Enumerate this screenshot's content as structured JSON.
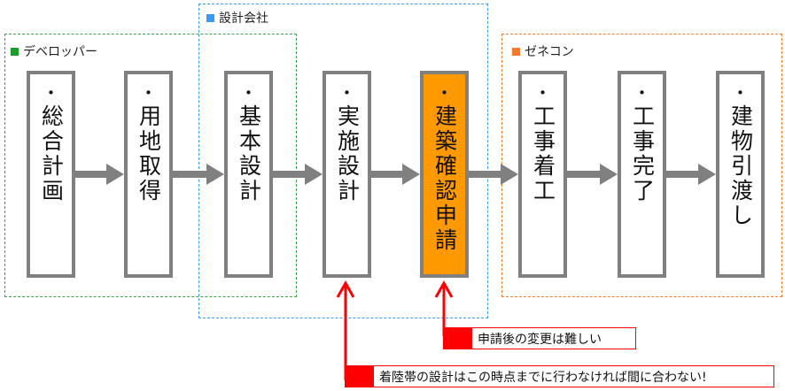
{
  "groups": {
    "developer": {
      "label": "デベロッパー",
      "color": "#1f9a2c"
    },
    "design_firm": {
      "label": "設計会社",
      "color": "#3b9bf0"
    },
    "general_contractor": {
      "label": "ゼネコン",
      "color": "#f07a2e"
    }
  },
  "steps": [
    {
      "bullet": "・",
      "label": "総合計画"
    },
    {
      "bullet": "・",
      "label": "用地取得"
    },
    {
      "bullet": "・",
      "label": "基本設計"
    },
    {
      "bullet": "・",
      "label": "実施設計"
    },
    {
      "bullet": "・",
      "label": "建築確認申請",
      "highlight_color": "#ff9900"
    },
    {
      "bullet": "・",
      "label": "工事着工"
    },
    {
      "bullet": "・",
      "label": "工事完了"
    },
    {
      "bullet": "・",
      "label": "建物引渡し"
    }
  ],
  "notes": {
    "application_change": "申請後の変更は難しい",
    "design_deadline": "着陸帯の設計はこの時点までに行わなければ間に合わない!"
  },
  "colors": {
    "arrow": "#808080",
    "callout": "#ff0000",
    "box_border": "#808080"
  }
}
